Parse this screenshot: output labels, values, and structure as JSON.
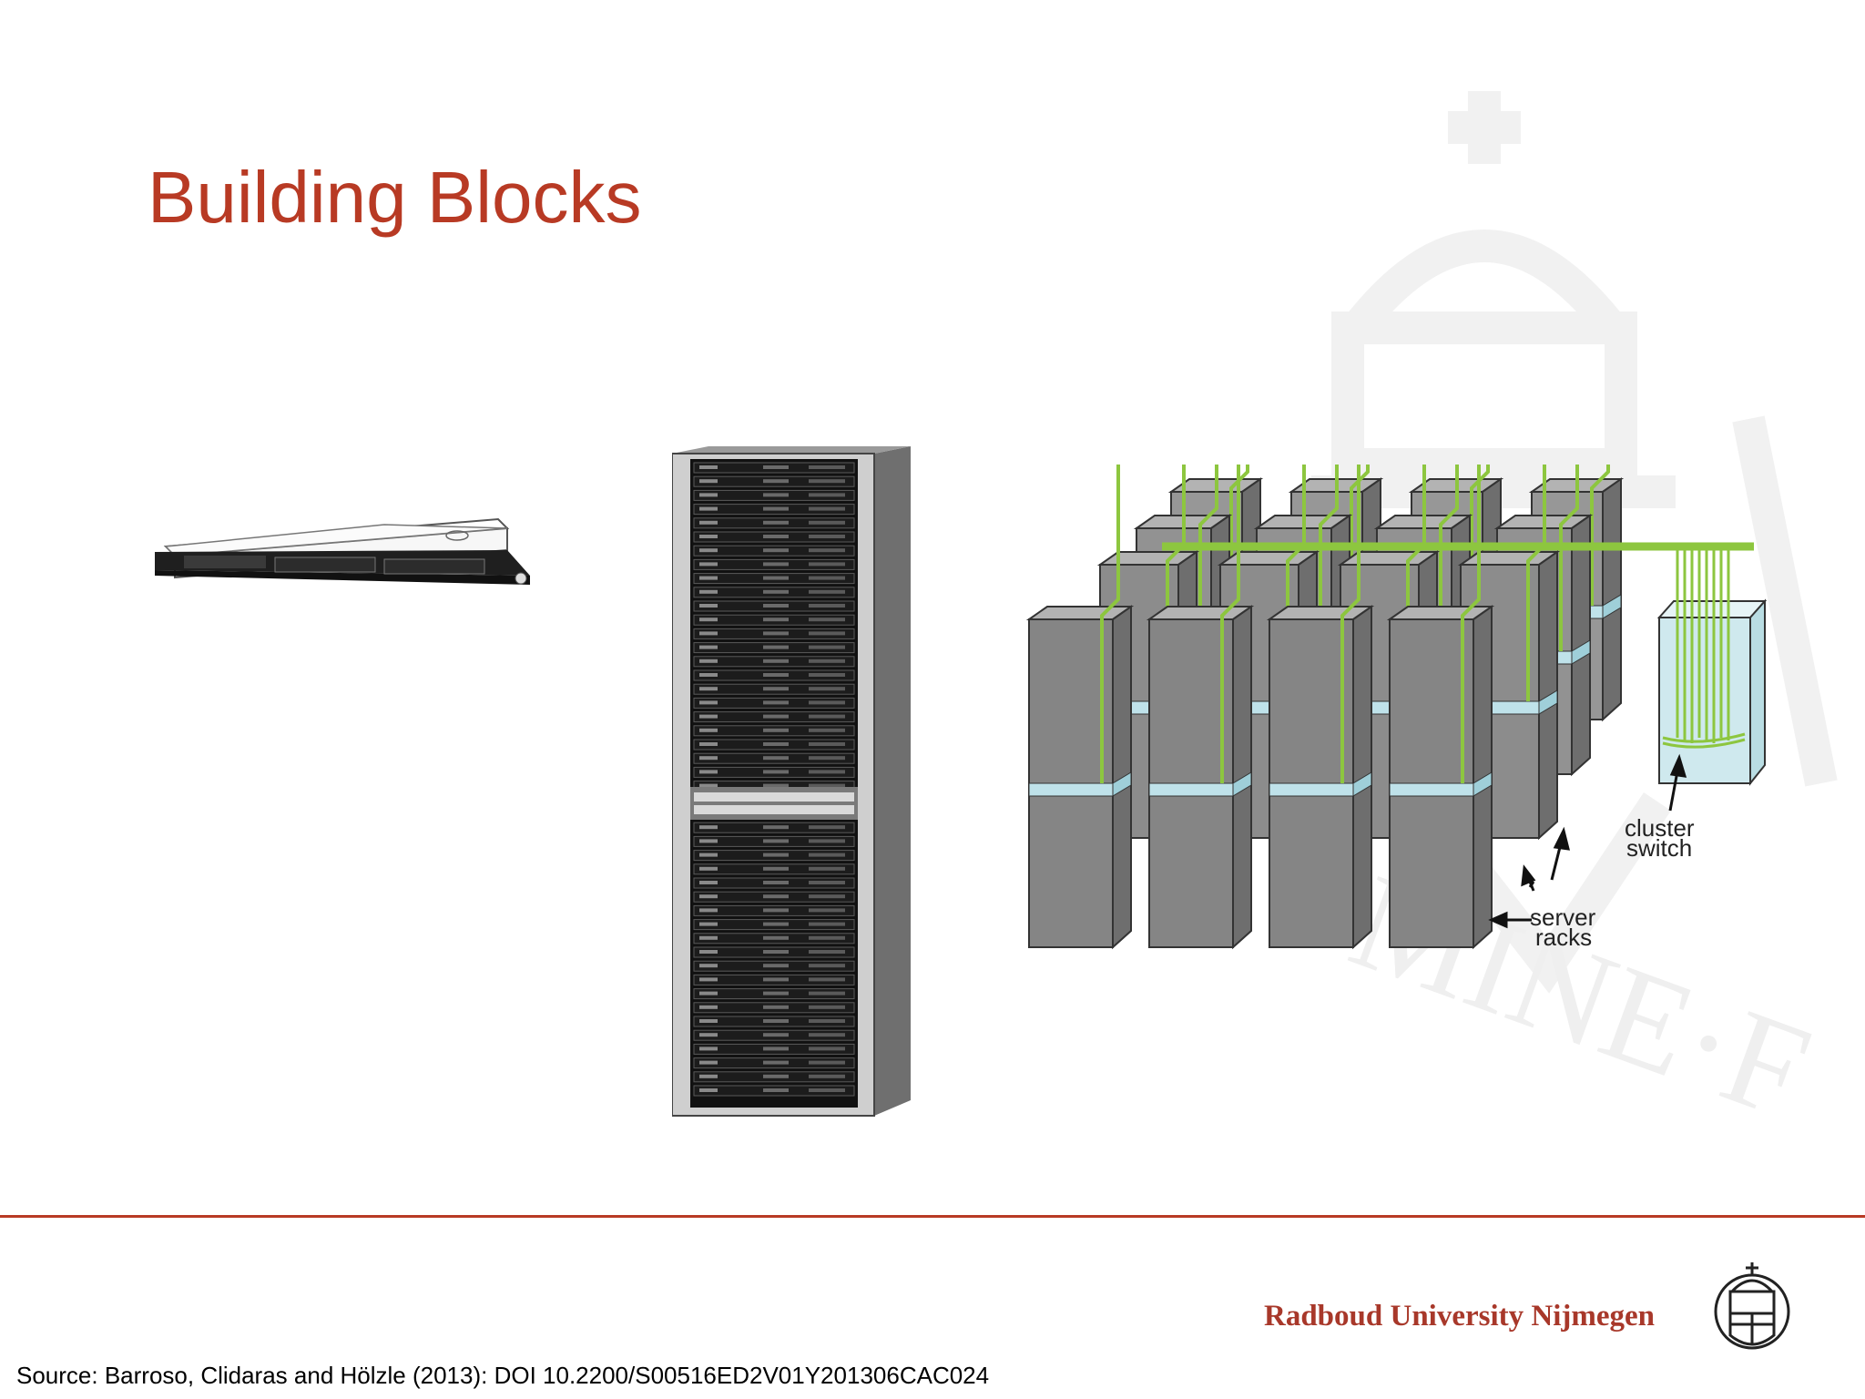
{
  "slide": {
    "title": "Building Blocks"
  },
  "figures": {
    "server": {
      "icon": "rack-server-unit-icon"
    },
    "rack": {
      "icon": "server-rack-icon"
    },
    "cluster": {
      "icon": "server-cluster-icon",
      "label_cluster_switch_line1": "cluster",
      "label_cluster_switch_line2": "switch",
      "label_server_racks_line1": "server",
      "label_server_racks_line2": "racks"
    }
  },
  "footer": {
    "source": "Source: Barroso, Clidaras and Hölzle (2013): DOI 10.2200/S00516ED2V01Y201306CAC024",
    "university_name": "Radboud University Nijmegen",
    "seal_icon": "university-seal-icon",
    "watermark_text": "NOMINE·F"
  },
  "colors": {
    "title": "#b83a24",
    "divider": "#b83a24",
    "university": "#a8382a",
    "cable": "#8dc63f",
    "rack_gray": "#8a8a8a"
  }
}
